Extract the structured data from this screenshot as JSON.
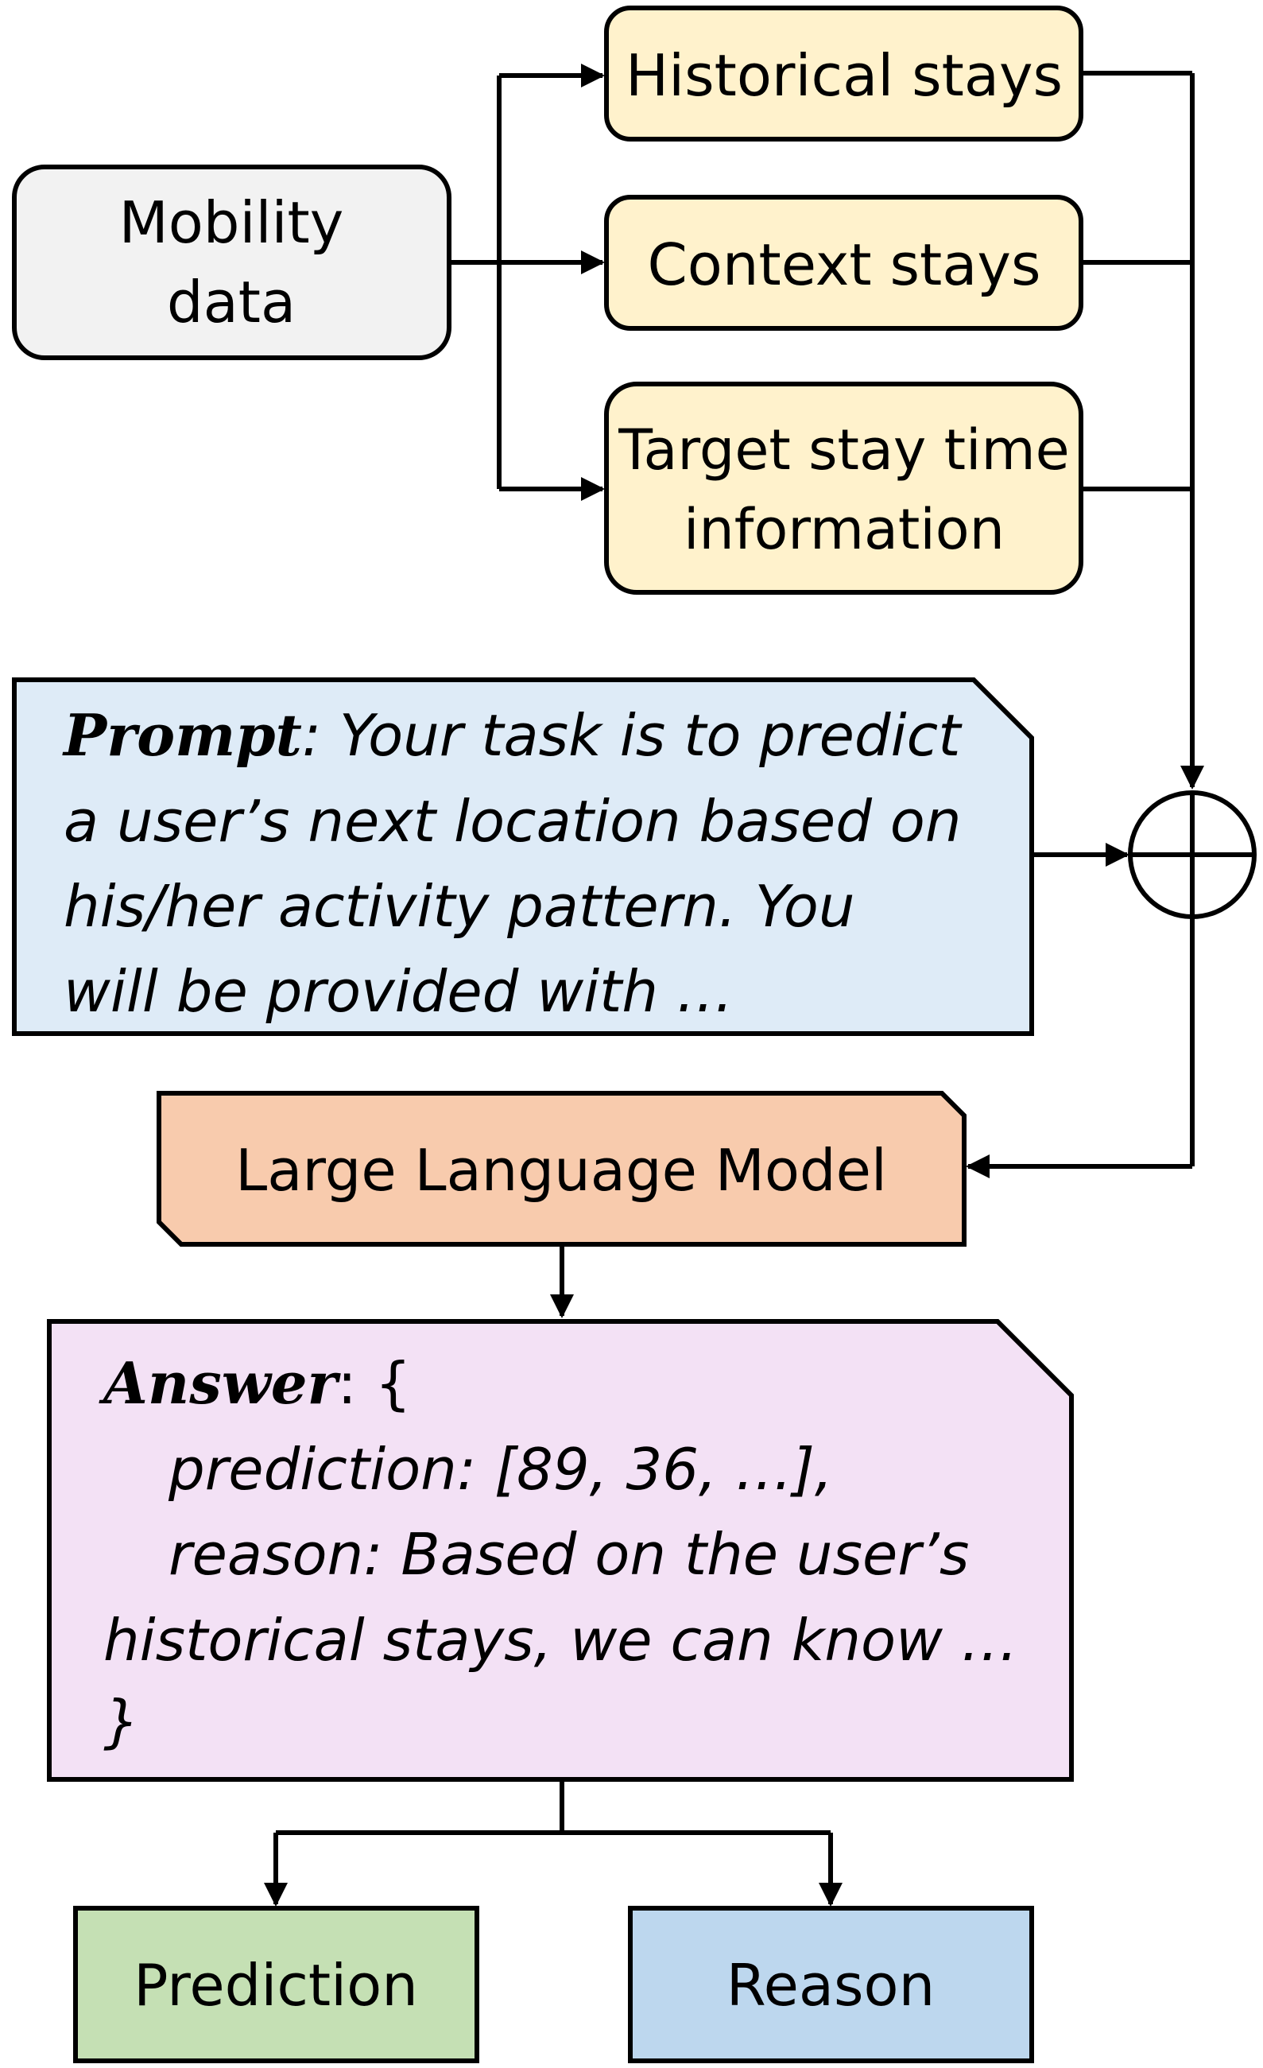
{
  "nodes": {
    "mobility_data": {
      "line1": "Mobility",
      "line2": "data"
    },
    "historical_stays": {
      "label": "Historical stays"
    },
    "context_stays": {
      "label": "Context stays"
    },
    "target_stay": {
      "line1": "Target stay time",
      "line2": "information"
    },
    "prompt": {
      "heading": "Prompt",
      "lines": [
        ": Your task is to predict",
        "a user’s next location based on",
        "his/her activity pattern. You",
        "will be provided with …"
      ]
    },
    "llm": {
      "label": "Large Language Model"
    },
    "answer": {
      "heading": "Answer",
      "lines": [
        ": {",
        "prediction: [89, 36, …],",
        "reason: Based on the user’s",
        "historical stays, we can know …",
        "}"
      ]
    },
    "prediction": {
      "label": "Prediction"
    },
    "reason": {
      "label": "Reason"
    }
  },
  "colors": {
    "mobility_fill": "#f2f2f2",
    "stays_fill": "#fff2cc",
    "prompt_fill": "#deebf7",
    "llm_fill": "#f8cbad",
    "answer_fill": "#f3e1f5",
    "prediction_fill": "#c5e0b4",
    "reason_fill": "#bdd7ee",
    "stroke": "#000000"
  },
  "combine_symbol": "circle-plus-icon"
}
